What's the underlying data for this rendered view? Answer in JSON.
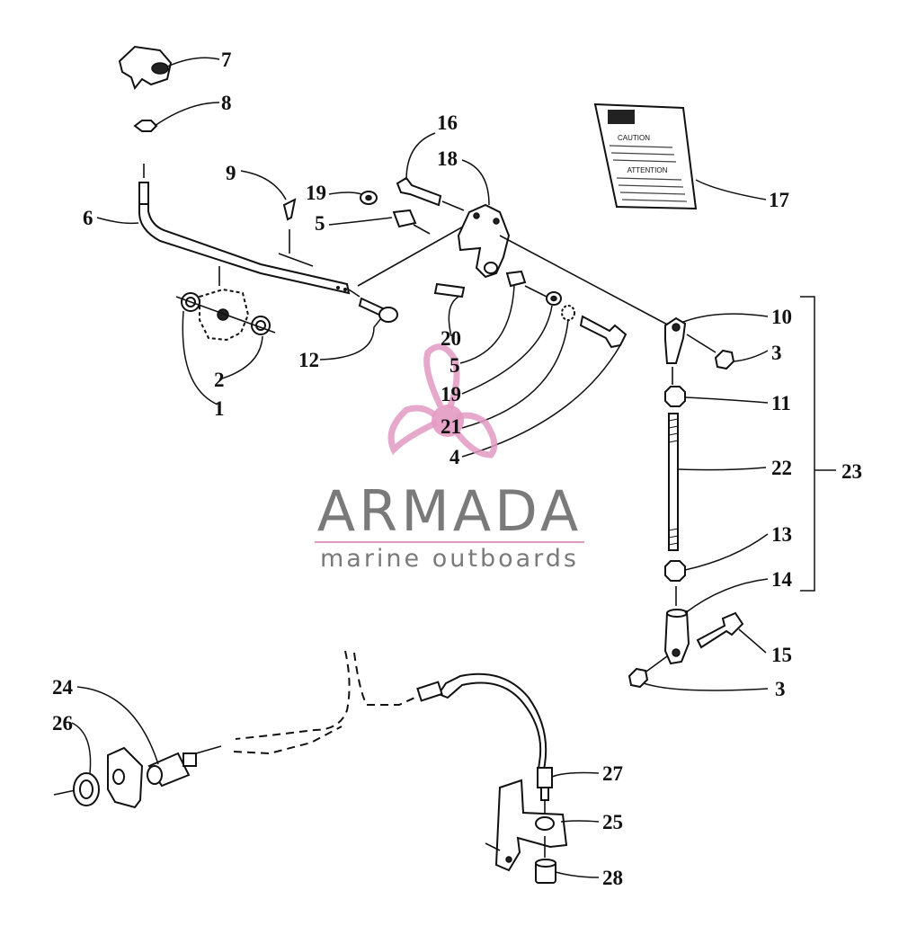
{
  "callouts": [
    {
      "id": "7",
      "label": "7"
    },
    {
      "id": "8",
      "label": "8"
    },
    {
      "id": "9",
      "label": "9"
    },
    {
      "id": "6",
      "label": "6"
    },
    {
      "id": "19a",
      "label": "19"
    },
    {
      "id": "5a",
      "label": "5"
    },
    {
      "id": "16",
      "label": "16"
    },
    {
      "id": "18",
      "label": "18"
    },
    {
      "id": "17",
      "label": "17"
    },
    {
      "id": "12",
      "label": "12"
    },
    {
      "id": "2",
      "label": "2"
    },
    {
      "id": "1",
      "label": "1"
    },
    {
      "id": "20",
      "label": "20"
    },
    {
      "id": "5b",
      "label": "5"
    },
    {
      "id": "19b",
      "label": "19"
    },
    {
      "id": "21",
      "label": "21"
    },
    {
      "id": "4",
      "label": "4"
    },
    {
      "id": "10",
      "label": "10"
    },
    {
      "id": "3a",
      "label": "3"
    },
    {
      "id": "11",
      "label": "11"
    },
    {
      "id": "22",
      "label": "22"
    },
    {
      "id": "23",
      "label": "23"
    },
    {
      "id": "13",
      "label": "13"
    },
    {
      "id": "14",
      "label": "14"
    },
    {
      "id": "15",
      "label": "15"
    },
    {
      "id": "3b",
      "label": "3"
    },
    {
      "id": "24",
      "label": "24"
    },
    {
      "id": "26",
      "label": "26"
    },
    {
      "id": "27",
      "label": "27"
    },
    {
      "id": "25",
      "label": "25"
    },
    {
      "id": "28",
      "label": "28"
    }
  ],
  "watermark": {
    "title": "ARMADA",
    "subtitle": "marine outboards",
    "color": "#e39ac2"
  },
  "decal": {
    "heading": "ATTENTION",
    "heading2": "CAUTION"
  }
}
